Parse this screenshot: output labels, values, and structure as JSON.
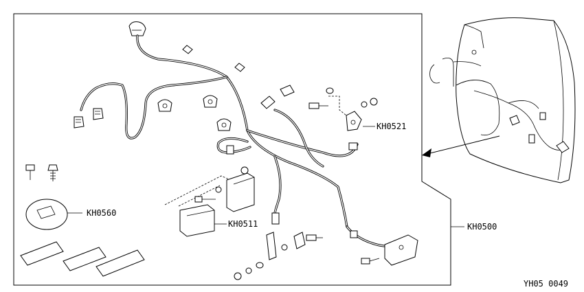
{
  "labels": {
    "kh0521": "KH0521",
    "kh0560": "KH0560",
    "kh0511": "KH0511",
    "kh0500": "KH0500",
    "figure_id": "YH05 0049"
  }
}
